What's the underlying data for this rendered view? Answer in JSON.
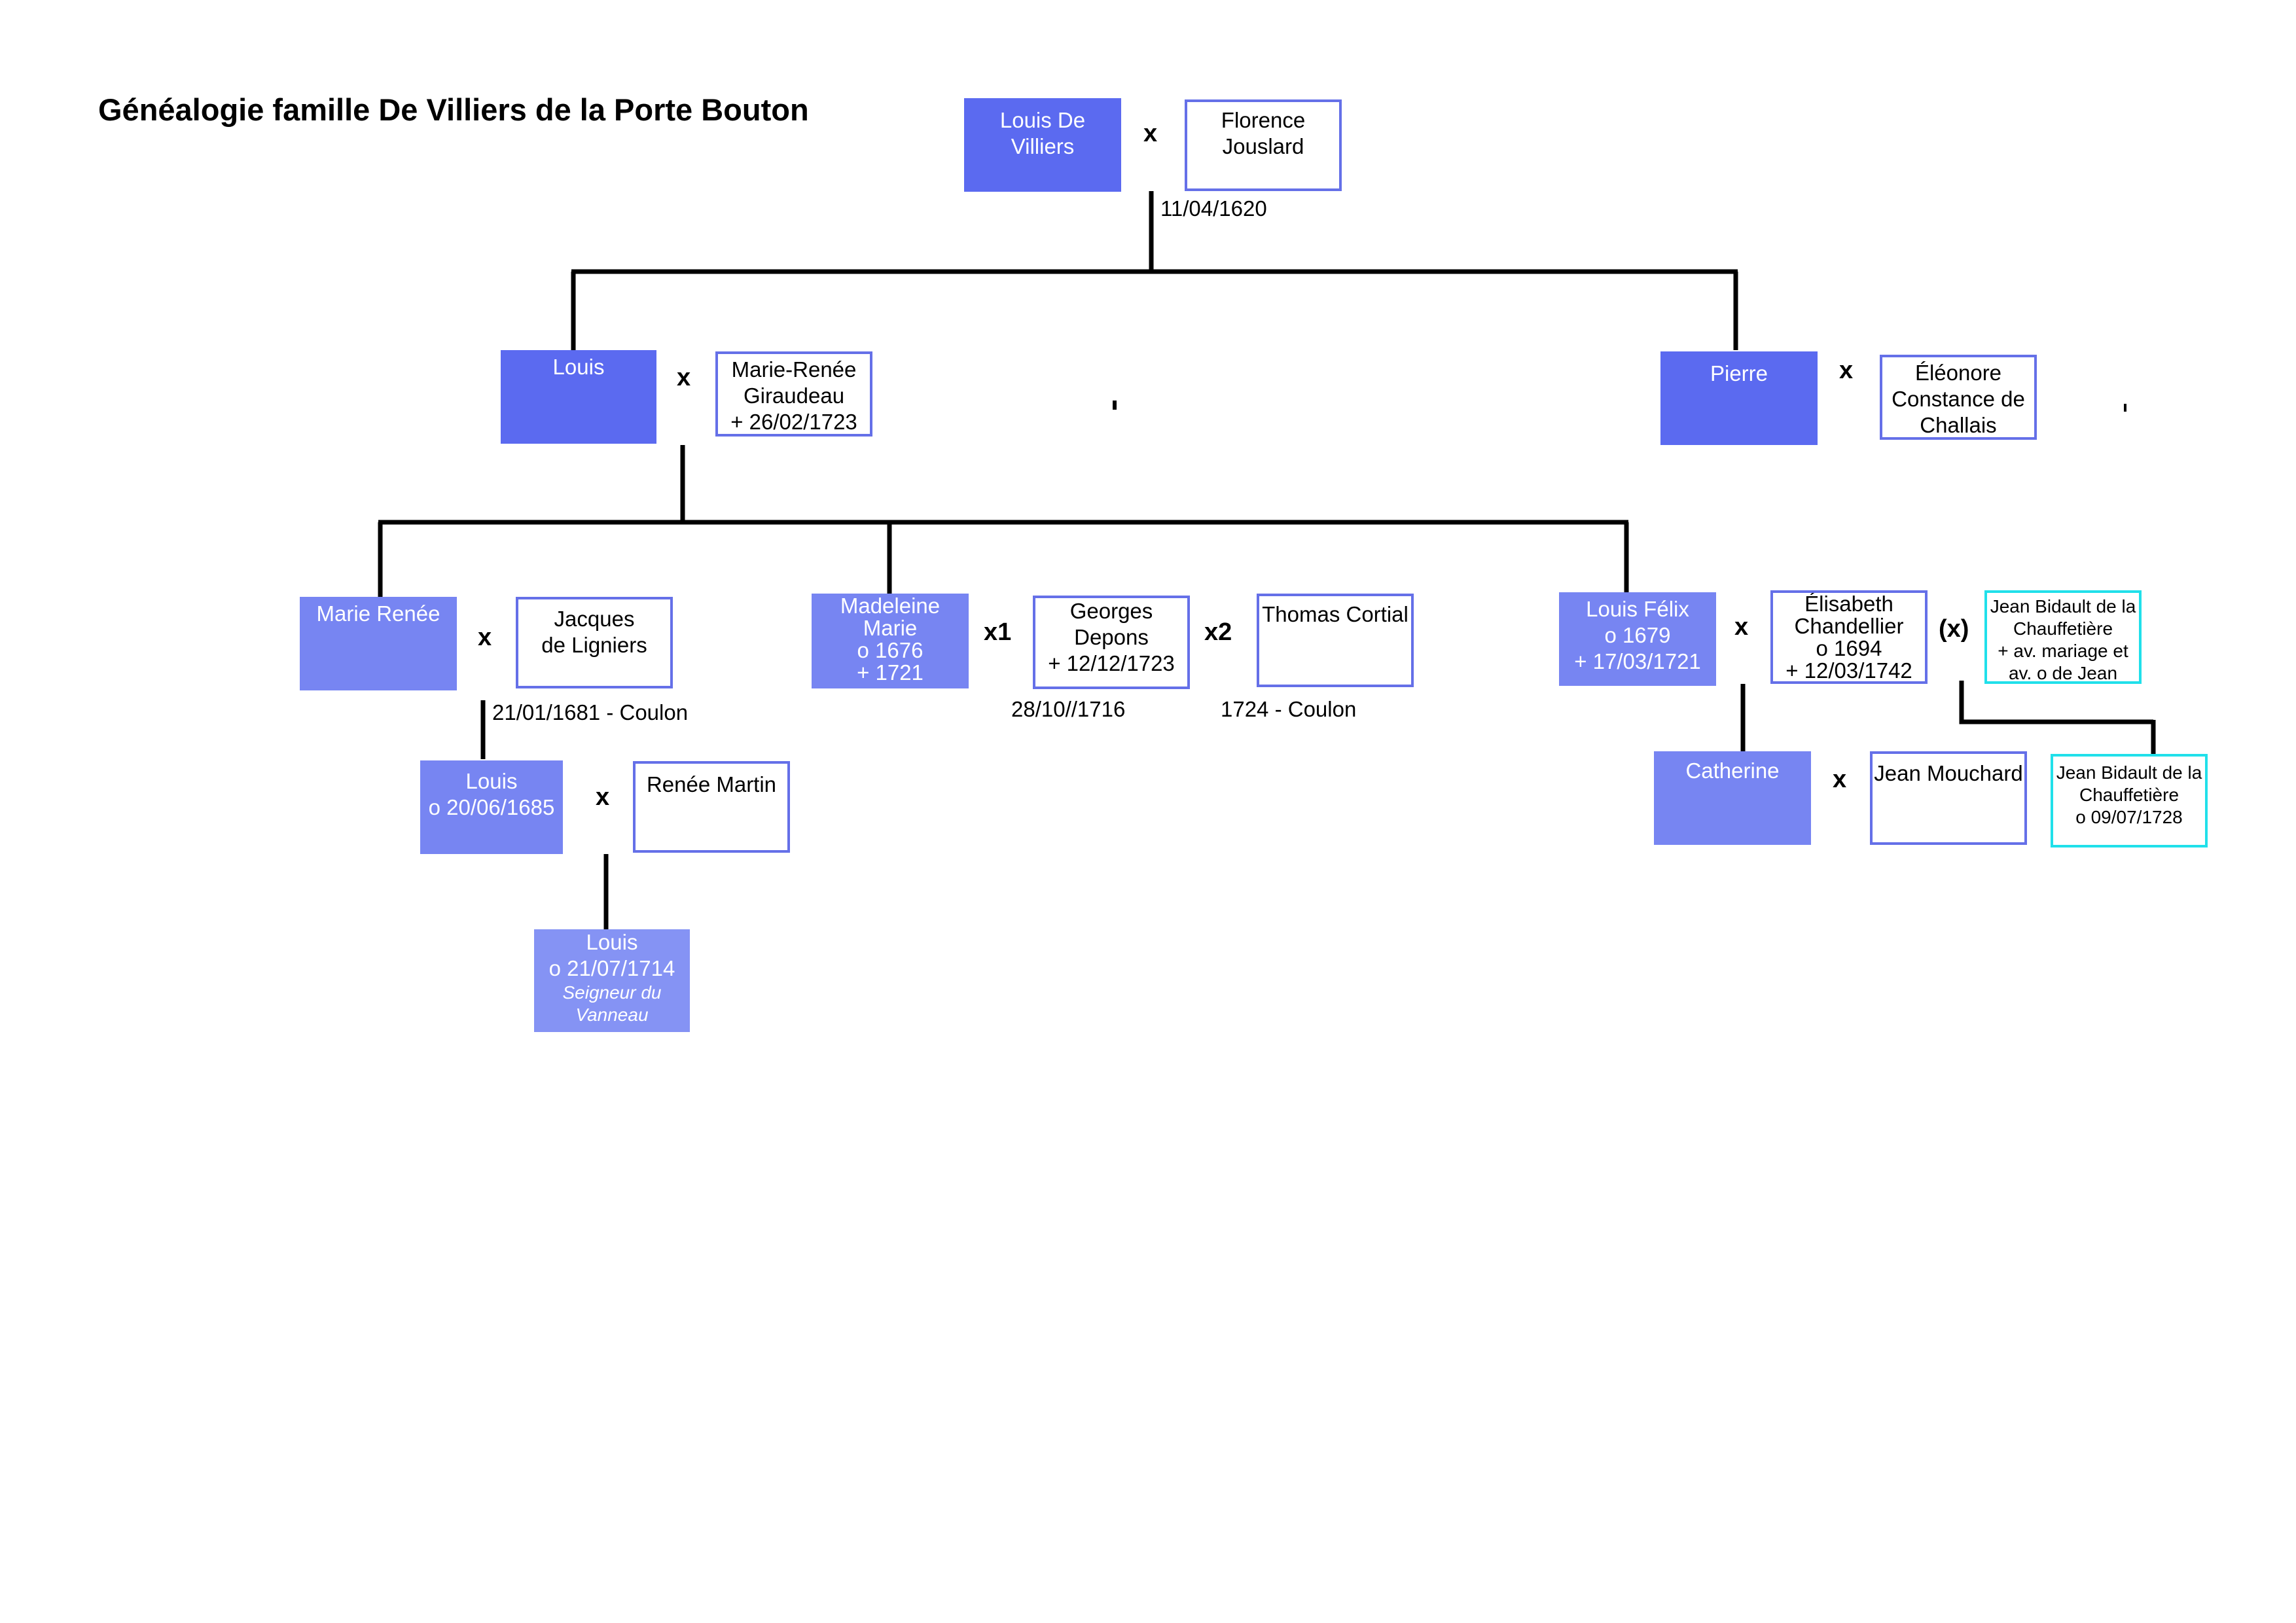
{
  "title": "Généalogie famille De Villiers de la Porte Bouton",
  "people": {
    "louis_de_villiers": [
      "Louis De",
      "Villiers"
    ],
    "florence": [
      "Florence",
      "Jouslard"
    ],
    "louis_gen2": [
      "Louis"
    ],
    "marie_renee_giraudeau": [
      "Marie-Renée",
      "Giraudeau",
      "+ 26/02/1723"
    ],
    "pierre": [
      "Pierre"
    ],
    "eleonore": [
      "Éléonore",
      "Constance de",
      "Challais"
    ],
    "marie_renee": [
      "Marie Renée"
    ],
    "jacques": [
      "Jacques",
      "de Ligniers"
    ],
    "madeleine": [
      "Madeleine",
      "Marie",
      "o 1676",
      "+ 1721"
    ],
    "georges": [
      "Georges",
      "Depons",
      "+ 12/12/1723"
    ],
    "thomas": [
      "Thomas Cortial"
    ],
    "louis_felix": [
      "Louis Félix",
      "o 1679",
      "+ 17/03/1721"
    ],
    "elisabeth": [
      "Élisabeth",
      "Chandellier",
      "o 1694",
      "+ 12/03/1742"
    ],
    "jean_bidault_1": [
      "Jean Bidault de la",
      "Chauffetière",
      "+ av. mariage et",
      "av. o de Jean"
    ],
    "louis_1685": [
      "Louis",
      "o 20/06/1685"
    ],
    "renee_martin": [
      "Renée Martin"
    ],
    "catherine": [
      "Catherine"
    ],
    "jean_mouchard": [
      "Jean Mouchard"
    ],
    "jean_bidault_2": [
      "Jean Bidault de la",
      "Chauffetière",
      "o 09/07/1728"
    ],
    "louis_1714": [
      "Louis",
      "o 21/07/1714"
    ],
    "louis_1714_note": [
      "Seigneur du",
      "Vanneau"
    ]
  },
  "marks": {
    "x": "x",
    "x1": "x1",
    "x2": "x2",
    "x_paren": "(x)"
  },
  "dates": {
    "d1620": "11/04/1620",
    "d1681": "21/01/1681 - Coulon",
    "d1716": "28/10//1716",
    "d1724": "1724 - Coulon"
  },
  "colors": {
    "ancestor_fill": "#5b6af0",
    "descendant_fill": "#7785f2",
    "spouse_border": "#6570e8",
    "second_union_border": "#20e0ea",
    "line": "#000000"
  }
}
